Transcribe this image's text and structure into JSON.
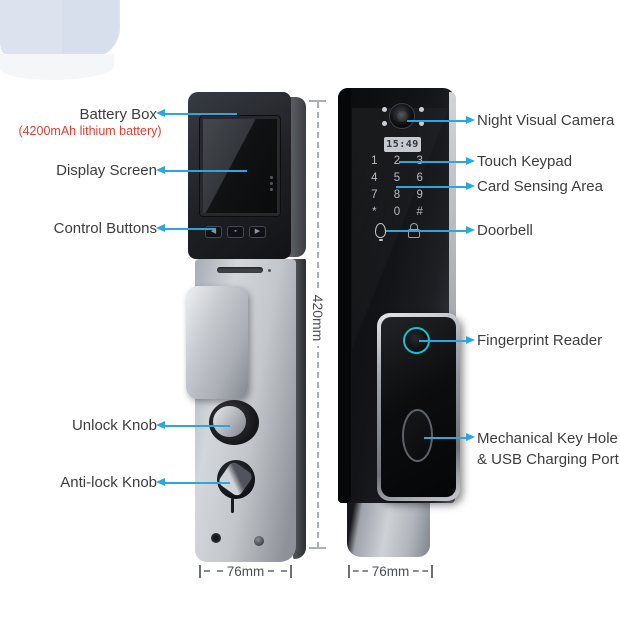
{
  "annotations": {
    "left": [
      {
        "label": "Battery Box",
        "note": "(4200mAh lithium battery)"
      },
      {
        "label": "Display Screen"
      },
      {
        "label": "Control Buttons"
      },
      {
        "label": "Unlock Knob"
      },
      {
        "label": "Anti-lock Knob"
      }
    ],
    "right": [
      {
        "label": "Night Visual Camera"
      },
      {
        "label": "Touch Keypad"
      },
      {
        "label": "Card Sensing Area"
      },
      {
        "label": "Doorbell"
      },
      {
        "label": "Fingerprint Reader"
      },
      {
        "label": "Mechanical Key Hole",
        "label_line2": "& USB Charging Port"
      }
    ]
  },
  "dimensions": {
    "height": "420mm",
    "width_left": "76mm",
    "width_right": "76mm"
  },
  "lock_front": {
    "time": "15:49",
    "keys": [
      "1",
      "2",
      "3",
      "4",
      "5",
      "6",
      "7",
      "8",
      "9",
      "*",
      "0",
      "#"
    ]
  },
  "lock_back": {
    "buttons": [
      "◀",
      "▪",
      "▶"
    ]
  },
  "colors": {
    "arrow_blue": "#2aa7e1",
    "note_red": "#e83a2e",
    "fingerprint_ring": "#14c3cf"
  }
}
